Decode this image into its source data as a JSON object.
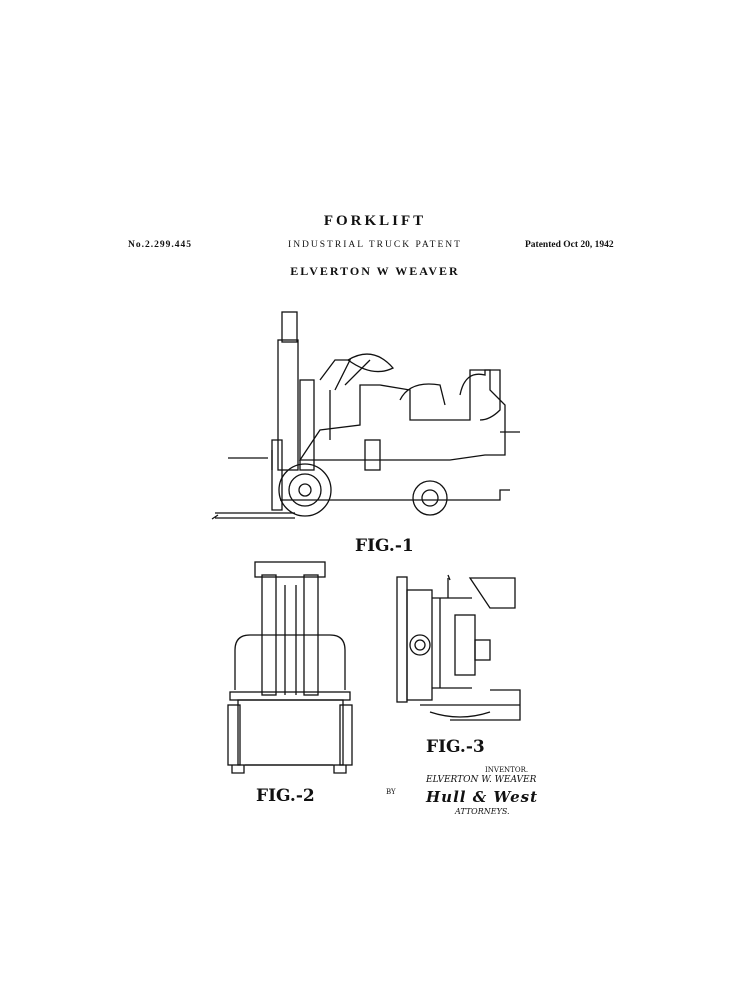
{
  "header": {
    "title": "FORKLIFT",
    "patent_number": "No.2.299.445",
    "subtitle": "INDUSTRIAL TRUCK PATENT",
    "patent_date": "Patented Oct 20, 1942",
    "inventor": "ELVERTON W WEAVER"
  },
  "figures": {
    "fig1": "FIG.-1",
    "fig2": "FIG.-2",
    "fig3": "FIG.-3"
  },
  "signature_block": {
    "inventor_label": "INVENTOR.",
    "inventor_name": "ELVERTON W. WEAVER",
    "by": "BY",
    "attorney_signature": "Hull & West",
    "attorneys_label": "ATTORNEYS."
  }
}
